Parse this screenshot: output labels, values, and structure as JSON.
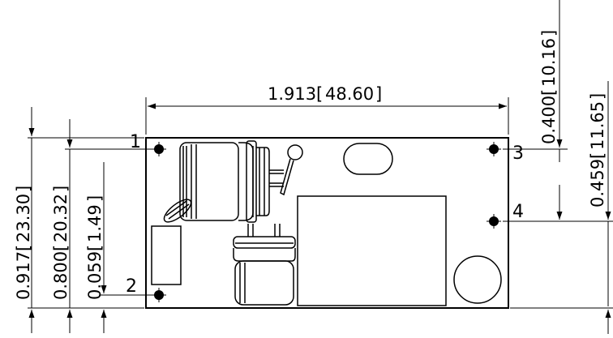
{
  "dimensions": {
    "width": {
      "inch": "1.913",
      "mm": "48.60"
    },
    "height_total": {
      "inch": "0.917",
      "mm": "23.30"
    },
    "pin_spacing_1_2": {
      "inch": "0.800",
      "mm": "20.32"
    },
    "pin_offset_2": {
      "inch": "0.059",
      "mm": "1.49"
    },
    "pin_offset_3": {
      "inch": "0.400",
      "mm": "10.16"
    },
    "pin_offset_4": {
      "inch": "0.459",
      "mm": "11.65"
    }
  },
  "pins": {
    "pin1": "1",
    "pin2": "2",
    "pin3": "3",
    "pin4": "4"
  }
}
